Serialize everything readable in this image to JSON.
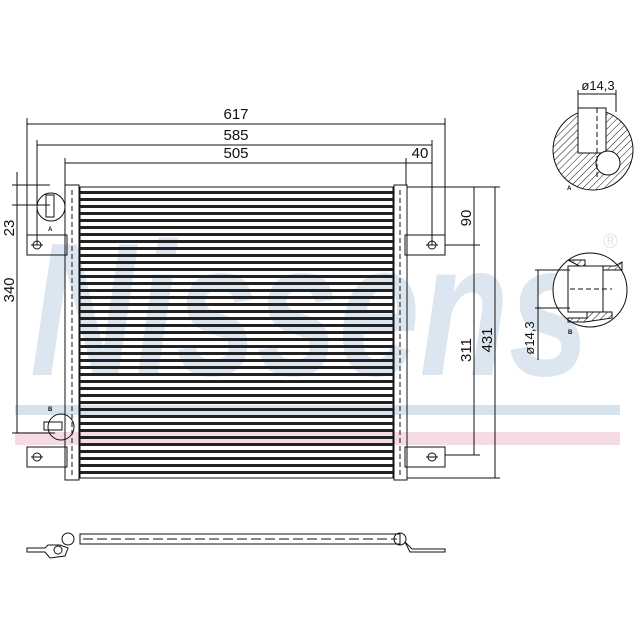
{
  "watermark": {
    "brand": "Nissens",
    "registered": "®",
    "colors": {
      "blue": "#dce6f0",
      "stripe_blue": "#d6e2ee",
      "stripe_pink": "#f5dbe2"
    }
  },
  "dimensions": {
    "overall_width": "617",
    "bracket_span": "585",
    "core_width": "505",
    "bracket_offset": "40",
    "top_offset": "23",
    "inlet_outlet_spacing": "340",
    "bracket_top_offset": "90",
    "bracket_spacing": "311",
    "overall_height": "431"
  },
  "details": {
    "a": {
      "label": "A",
      "diameter": "ø14,3"
    },
    "b": {
      "label": "B",
      "diameter": "ø14,3"
    }
  }
}
